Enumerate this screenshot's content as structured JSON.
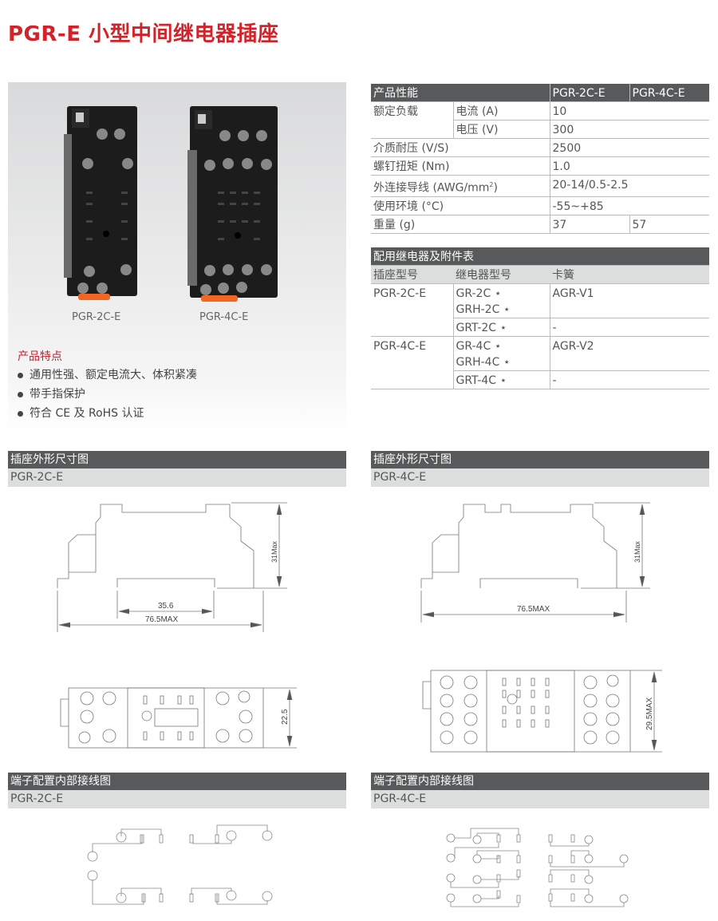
{
  "title": "PGR-E 小型中间继电器插座",
  "products": [
    {
      "label": "PGR-2C-E"
    },
    {
      "label": "PGR-4C-E"
    }
  ],
  "features": {
    "title": "产品特点",
    "items": [
      "通用性强、额定电流大、体积紧凑",
      "带手指保护",
      "符合 CE 及 RoHS 认证"
    ]
  },
  "spec_table": {
    "header": [
      "产品性能",
      "PGR-2C-E",
      "PGR-4C-E"
    ],
    "rated_load": "额定负载",
    "current_label": "电流 (A)",
    "current": "10",
    "voltage_label": "电压 (V)",
    "voltage": "300",
    "dielectric_label": "介质耐压 (V/S)",
    "dielectric": "2500",
    "torque_label": "螺钉扭矩 (Nm)",
    "torque": "1.0",
    "wire_label": "外连接导线 (AWG/mm",
    "wire_sup": "2",
    "wire_close": ")",
    "wire": "20-14/0.5-2.5",
    "env_label": "使用环境 (°C)",
    "env": "-55~+85",
    "weight_label": "重量 (g)",
    "weight_2c": "37",
    "weight_4c": "57"
  },
  "accessory_table": {
    "title": "配用继电器及附件表",
    "columns": [
      "插座型号",
      "继电器型号",
      "卡簧"
    ],
    "groups": [
      {
        "socket": "PGR-2C-E",
        "rows": [
          {
            "relays": [
              "GR-2C ⋆",
              "GRH-2C ⋆"
            ],
            "clip": "AGR-V1"
          },
          {
            "relays": [
              "GRT-2C ⋆"
            ],
            "clip": "-"
          }
        ]
      },
      {
        "socket": "PGR-4C-E",
        "rows": [
          {
            "relays": [
              "GR-4C ⋆",
              "GRH-4C ⋆"
            ],
            "clip": "AGR-V2"
          },
          {
            "relays": [
              "GRT-4C ⋆"
            ],
            "clip": "-"
          }
        ]
      }
    ]
  },
  "dimension_sections": [
    {
      "title": "插座外形尺寸图",
      "model": "PGR-2C-E",
      "height_dim": "31Max",
      "inner_dim": "35.6",
      "width_dim": "76.5MAX",
      "depth_dim": "22.5"
    },
    {
      "title": "插座外形尺寸图",
      "model": "PGR-4C-E",
      "height_dim": "31Max",
      "width_dim": "76.5MAX",
      "depth_dim": "29.5MAX"
    }
  ],
  "wiring_sections": [
    {
      "title": "端子配置内部接线图",
      "model": "PGR-2C-E"
    },
    {
      "title": "端子配置内部接线图",
      "model": "PGR-4C-E"
    }
  ]
}
